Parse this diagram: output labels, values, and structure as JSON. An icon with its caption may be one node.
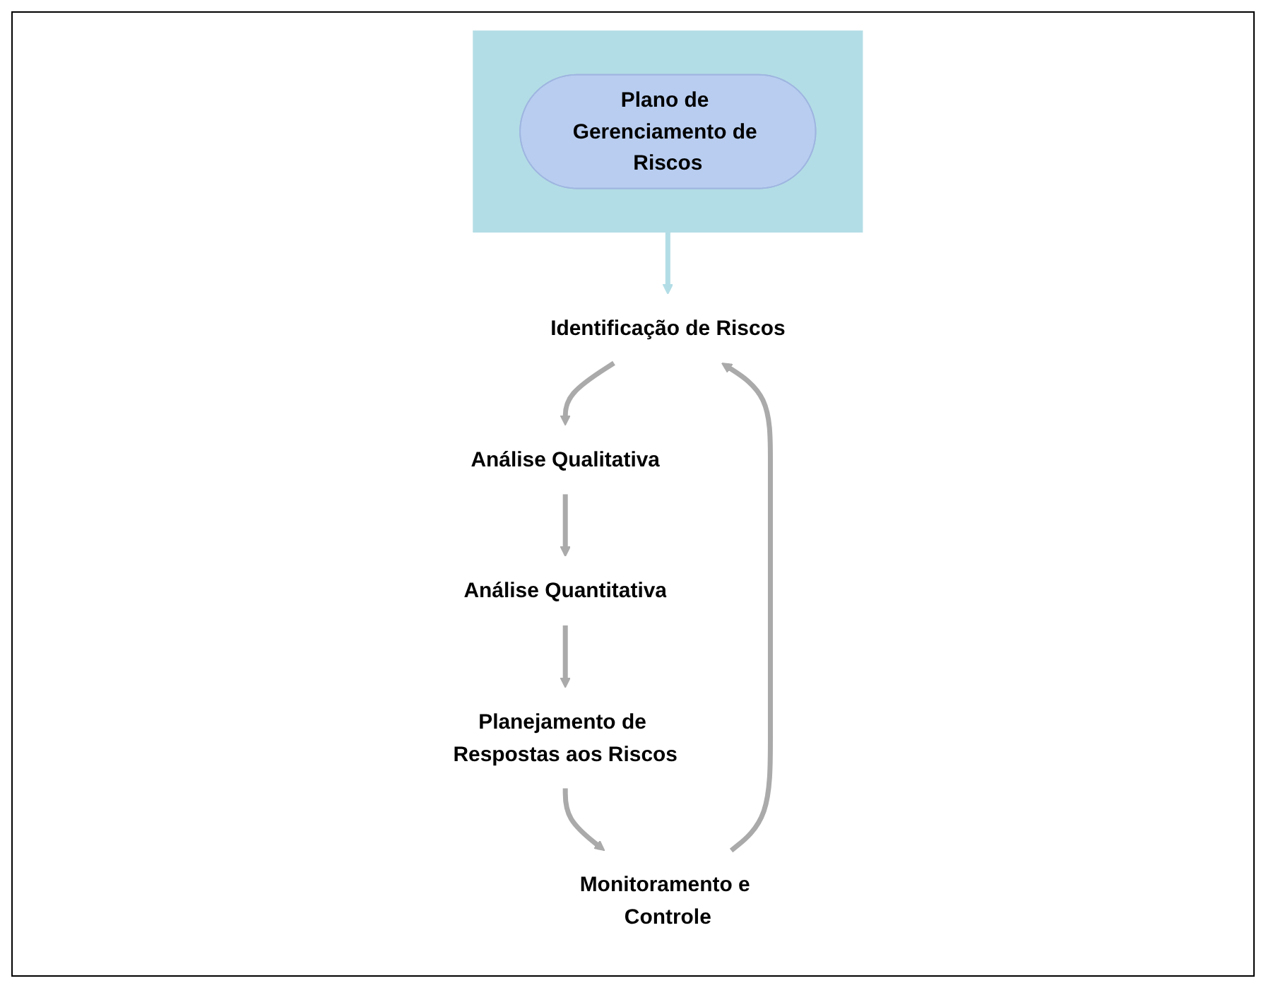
{
  "diagram": {
    "nodes": [
      {
        "text": [
          "Análise Quantitativa"
        ]
      },
      {
        "text": [
          "Planejamento de Respostas aos Riscos"
        ]
      },
      {
        "text": [],
        "shape": "box"
      },
      {
        "text": [
          "Plano de Gerenciamento de Riscos"
        ],
        "in": 2
      },
      {
        "text": [
          "Análise Qualitativa"
        ]
      },
      {
        "text": [
          "Monitoramento e Controle"
        ]
      },
      {
        "text": [
          "Identificação de Riscos"
        ]
      }
    ],
    "edges": [
      {
        "from": 0,
        "to": 1,
        "arrow": "to"
      },
      {
        "from": 1,
        "to": 5,
        "arrow": "to"
      },
      {
        "from": 5,
        "to": 6,
        "arrow": "to"
      },
      {
        "from": 6,
        "to": 4,
        "arrow": "to"
      },
      {
        "from": 4,
        "to": 0,
        "arrow": "to"
      },
      {
        "from": 2,
        "to": 6,
        "arrow": "to",
        "color": "#b3dde6"
      }
    ]
  }
}
